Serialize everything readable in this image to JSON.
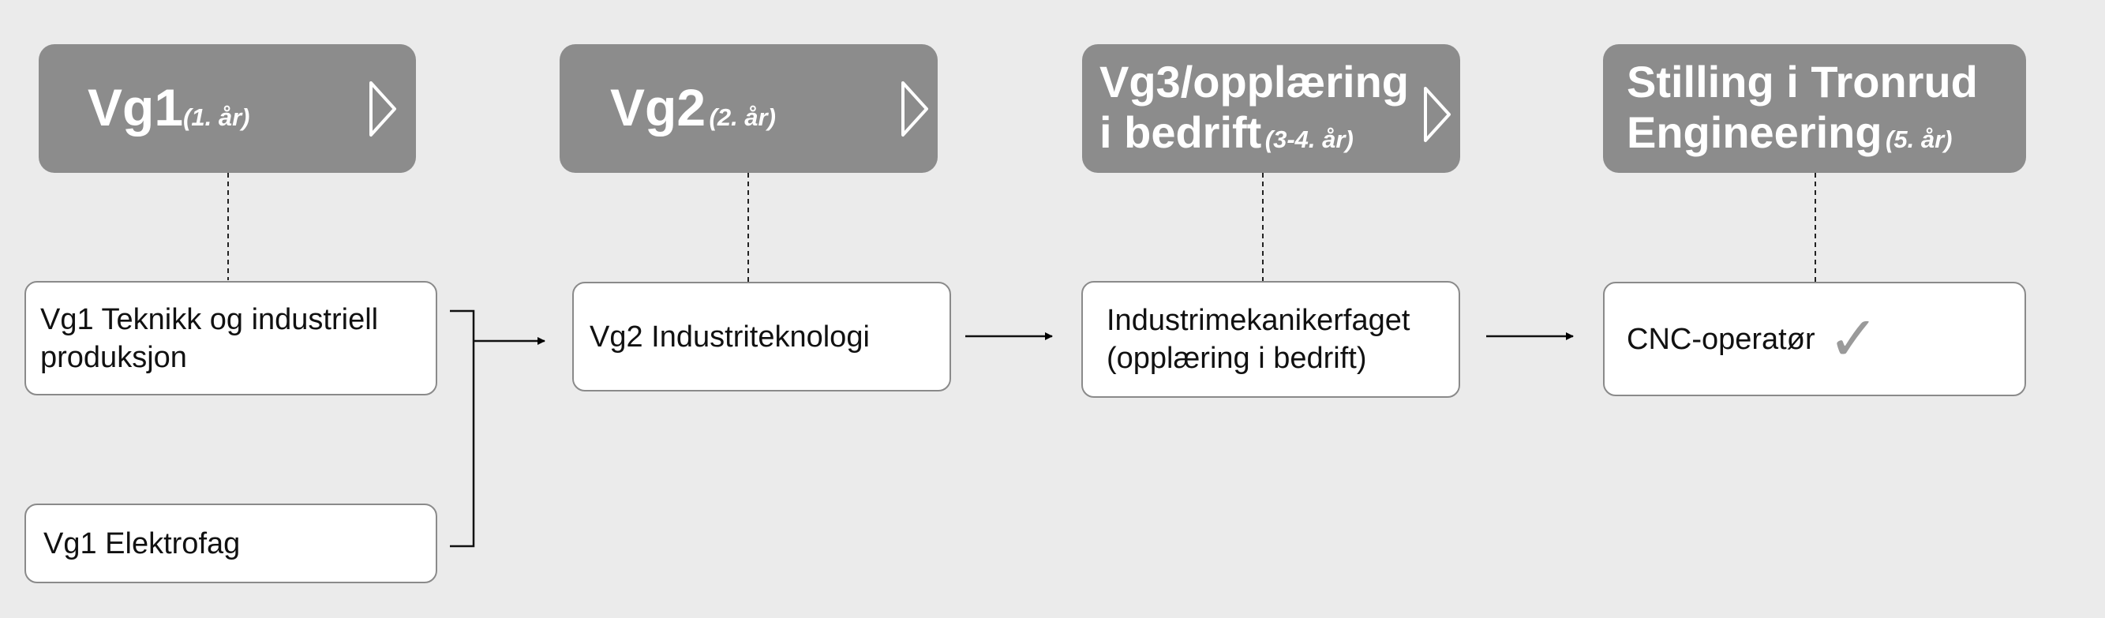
{
  "stages": [
    {
      "title": "Vg1",
      "years": "(1. år)"
    },
    {
      "title": "Vg2",
      "years": "(2. år)"
    },
    {
      "title_line1": "Vg3/opplæring",
      "title_line2": "i bedrift",
      "years": "(3-4. år)"
    },
    {
      "title_line1": "Stilling i Tronrud",
      "title_line2": "Engineering",
      "years": "(5. år)"
    }
  ],
  "boxes": {
    "vg1_teknikk": {
      "line1": "Vg1 Teknikk og industriell",
      "line2": "produksjon"
    },
    "vg1_elektro": "Vg1 Elektrofag",
    "vg2": "Vg2 Industriteknologi",
    "vg3": {
      "line1": "Industrimekanikerfaget",
      "line2": "(opplæring i bedrift)"
    },
    "job": "CNC-operatør"
  },
  "icons": {
    "stage_arrow": "chevron-right-icon",
    "check": "checkmark-icon"
  },
  "colors": {
    "background": "#ebebeb",
    "header": "#8c8c8c",
    "header_text": "#ffffff",
    "box_border": "#8a8a8a",
    "check": "#9a9a9a"
  }
}
